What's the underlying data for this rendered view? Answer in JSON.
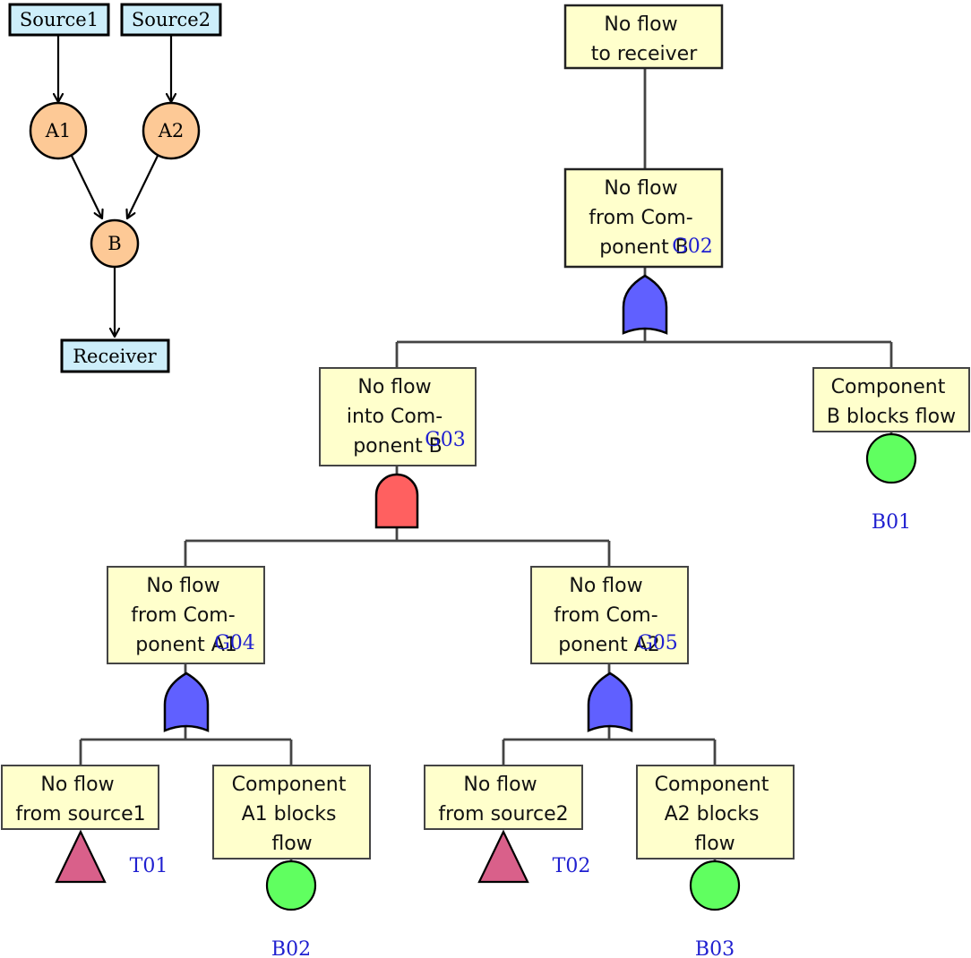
{
  "colors": {
    "block_fill": "#cdeefa",
    "component_fill": "#fdc996",
    "event_fill": "#ffffcc",
    "or_gate": "#6060ff",
    "and_gate": "#ff6060",
    "basic_event": "#60ff60",
    "transfer": "#d9608a",
    "id_label": "#2020d0",
    "line": "#444444"
  },
  "block_diagram": {
    "sources": [
      "Source1",
      "Source2"
    ],
    "components": [
      "A1",
      "A2",
      "B"
    ],
    "receiver": "Receiver"
  },
  "fault_tree": {
    "top": {
      "lines": [
        "No flow",
        "to receiver"
      ]
    },
    "g02": {
      "id": "G02",
      "lines": [
        "No flow",
        "from Com-",
        "ponent B"
      ]
    },
    "g03": {
      "id": "G03",
      "lines": [
        "No flow",
        "into Com-",
        "ponent B"
      ]
    },
    "b01": {
      "id": "B01",
      "lines": [
        "Component",
        "B blocks flow"
      ]
    },
    "g04": {
      "id": "G04",
      "lines": [
        "No flow",
        "from Com-",
        "ponent A1"
      ]
    },
    "g05": {
      "id": "G05",
      "lines": [
        "No flow",
        "from Com-",
        "ponent A2"
      ]
    },
    "t01": {
      "id": "T01",
      "lines": [
        "No flow",
        "from source1"
      ]
    },
    "b02": {
      "id": "B02",
      "lines": [
        "Component",
        "A1 blocks",
        "flow"
      ]
    },
    "t02": {
      "id": "T02",
      "lines": [
        "No flow",
        "from source2"
      ]
    },
    "b03": {
      "id": "B03",
      "lines": [
        "Component",
        "A2 blocks",
        "flow"
      ]
    }
  }
}
